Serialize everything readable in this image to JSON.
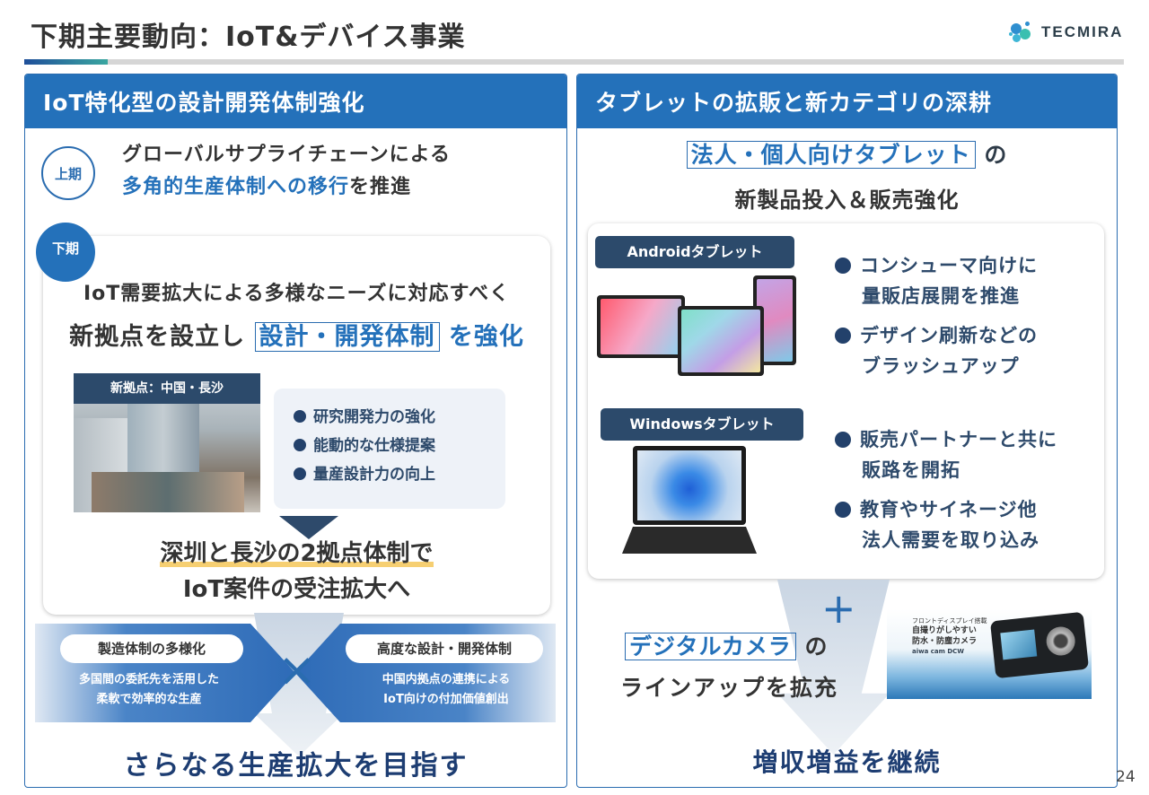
{
  "header": {
    "title": "下期主要動向：IoT&デバイス事業",
    "logo_text": "TECMIRA",
    "accent_color": "#2471ba"
  },
  "left_panel": {
    "heading": "IoT特化型の設計開発体制強化",
    "first_half": {
      "badge": "上期",
      "line1": "グローバルサプライチェーンによる",
      "line2_highlight": "多角的生産体制への移行",
      "line2_rest": "を推進"
    },
    "second_half": {
      "badge": "下期",
      "line1": "IoT需要拡大による多様なニーズに対応すべく",
      "line2_pre": "新拠点を設立し",
      "line2_boxed": "設計・開発体制",
      "line2_post": "を強化",
      "photo_label": "新拠点：中国・長沙",
      "bullets": [
        "研究開発力の強化",
        "能動的な仕様提案",
        "量産設計力の向上"
      ],
      "conclusion_line1": "深圳と長沙の2拠点体制で",
      "conclusion_line2": "IoT案件の受注拡大へ"
    },
    "band": {
      "left_title": "製造体制の多様化",
      "left_desc_1": "多国間の委託先を活用した",
      "left_desc_2": "柔軟で効率的な生産",
      "cross": "×",
      "right_title": "高度な設計・開発体制",
      "right_desc_1": "中国内拠点の連携による",
      "right_desc_2": "IoT向けの付加価値創出"
    },
    "final": "さらなる生産拡大を目指す"
  },
  "right_panel": {
    "heading": "タブレットの拡販と新カテゴリの深耕",
    "lead_boxed": "法人・個人向けタブレット",
    "lead_suffix": "の",
    "lead_line2": "新製品投入＆販売強化",
    "android": {
      "tag": "Androidタブレット",
      "bullets": [
        {
          "l1": "コンシューマ向けに",
          "l2": "量販店展開を推進"
        },
        {
          "l1": "デザイン刷新などの",
          "l2": "ブラッシュアップ"
        }
      ]
    },
    "windows": {
      "tag": "Windowsタブレット",
      "bullets": [
        {
          "l1": "販売パートナーと共に",
          "l2": "販路を開拓"
        },
        {
          "l1": "教育やサイネージ他",
          "l2": "法人需要を取り込み"
        }
      ]
    },
    "plus": "+",
    "camera": {
      "boxed": "デジタルカメラ",
      "suffix": "の",
      "line2": "ラインアップを拡充",
      "ad_small": "フロントディスプレイ搭載",
      "ad_line1": "自撮りがしやすい",
      "ad_line2": "防水・防塵カメラ",
      "ad_model": "aiwa cam DCW"
    },
    "final": "増収増益を継続"
  },
  "page_number": "24"
}
